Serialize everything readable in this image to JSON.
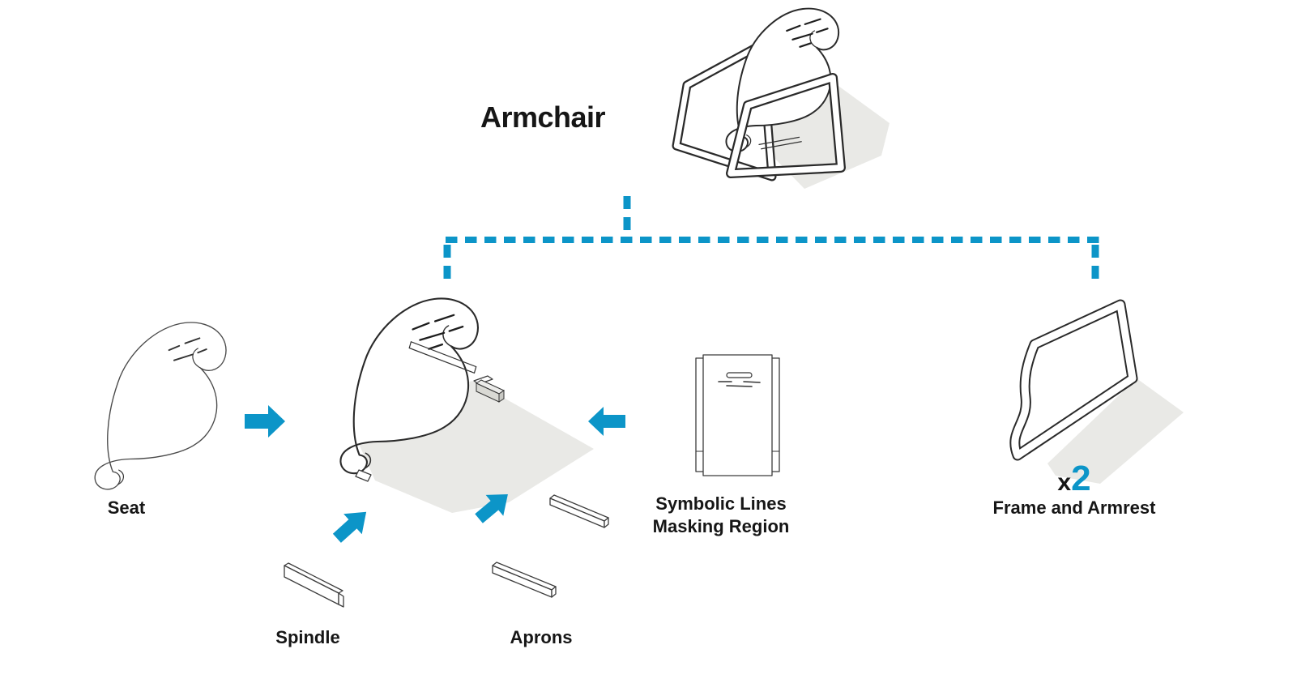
{
  "diagram": {
    "title_label": "Armchair",
    "accent_color": "#0c95c8",
    "shadow_color": "#e9e9e6",
    "nodes": {
      "seat": {
        "label": "Seat"
      },
      "spindle": {
        "label": "Spindle"
      },
      "aprons": {
        "label": "Aprons"
      },
      "masking_region": {
        "label_line1": "Symbolic Lines",
        "label_line2": "Masking Region"
      },
      "frame_armrest": {
        "label": "Frame and Armrest",
        "quantity_prefix": "x",
        "quantity": "2"
      }
    }
  }
}
